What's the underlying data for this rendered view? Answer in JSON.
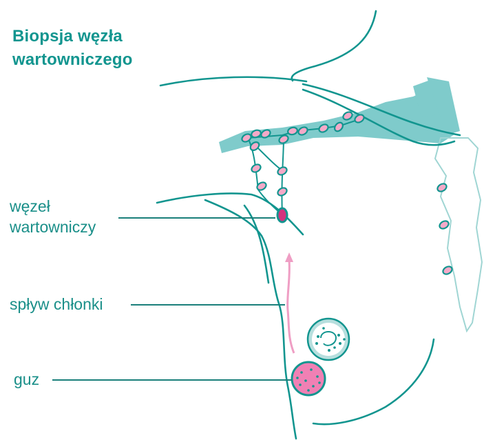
{
  "title_lines": [
    "Biopsja węzła",
    "wartowniczego"
  ],
  "labels": {
    "sentinel_node": [
      "węzeł",
      "wartowniczy"
    ],
    "lymph_flow": "spływ chłonki",
    "tumor": "guz"
  },
  "colors": {
    "title": "#12958f",
    "label": "#1a8f89",
    "outline": "#12958f",
    "muscle": "#7fcbcb",
    "node_fill": "#f4a9c8",
    "sentinel_fill": "#d4327e",
    "flow_arrow": "#ef9ec4",
    "tumor_fill": "#f080b4",
    "nipple_fill": "#b7dfde",
    "leader_line": "#1a7f7a"
  }
}
